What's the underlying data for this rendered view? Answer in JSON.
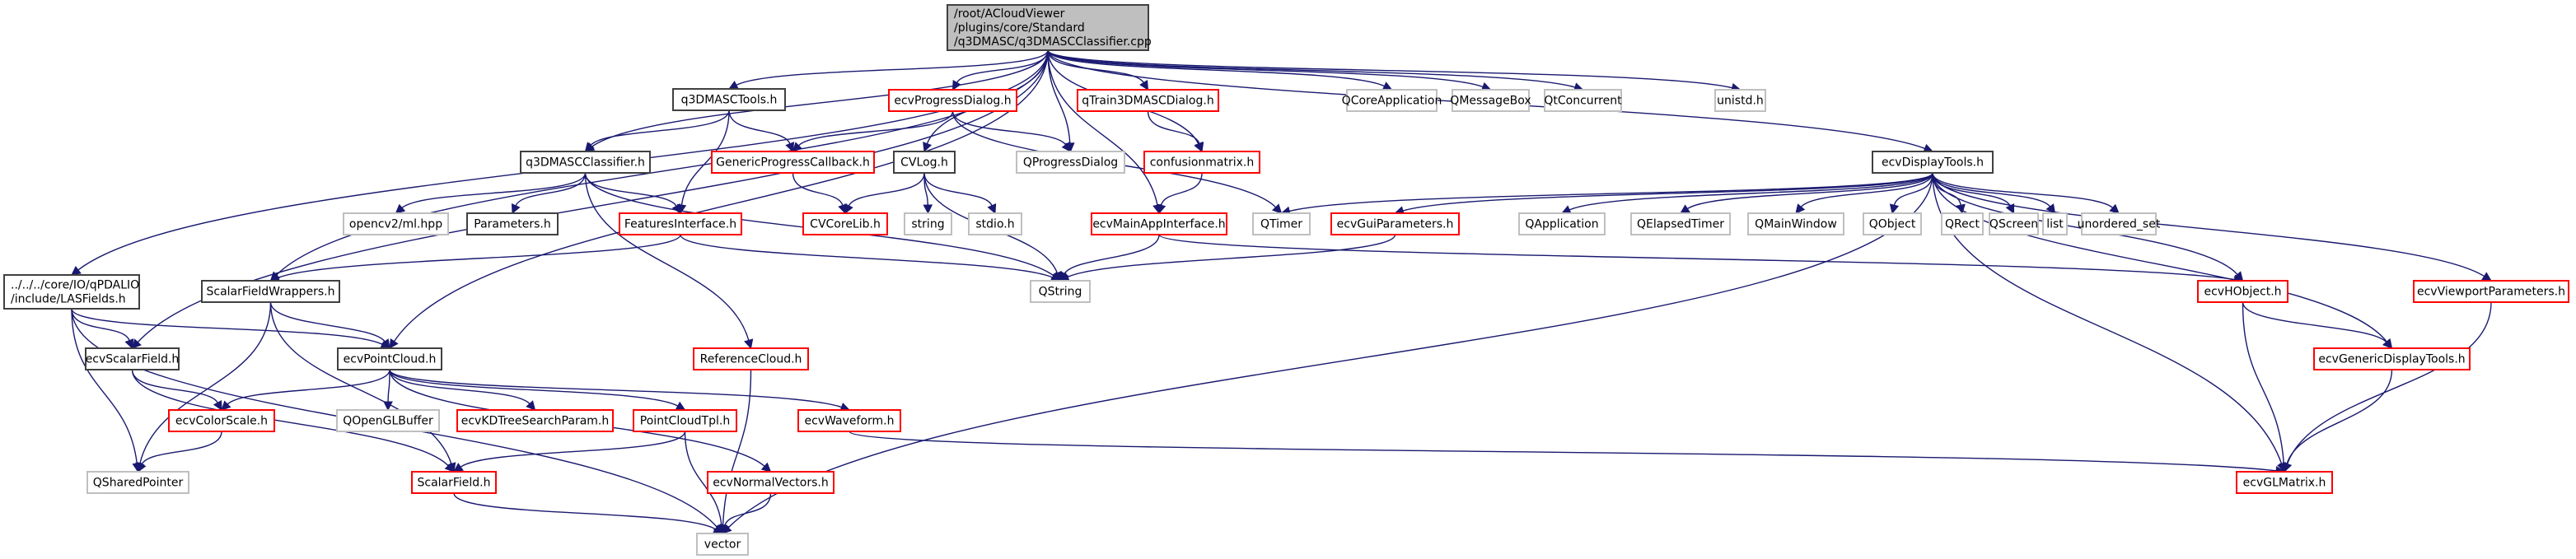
{
  "title": "Include dependency graph for q3DMASCClassifier.cpp",
  "colors": {
    "edge": "#191970",
    "root_fill": "#bfbfbf",
    "local_border": "#404040",
    "documented_missing_border": "#ff0000",
    "external_border": "#bfbfbf"
  },
  "nodes": [
    {
      "id": "root",
      "kind": "root",
      "lines": [
        "/root/ACloudViewer",
        "/plugins/core/Standard",
        "/q3DMASC/q3DMASCClassifier.cpp"
      ]
    },
    {
      "id": "q3DMASCTools",
      "kind": "local",
      "lines": [
        "q3DMASCTools.h"
      ]
    },
    {
      "id": "ecvProgressDialog",
      "kind": "red",
      "lines": [
        "ecvProgressDialog.h"
      ]
    },
    {
      "id": "qTrain3DMASCDialog",
      "kind": "red",
      "lines": [
        "qTrain3DMASCDialog.h"
      ]
    },
    {
      "id": "QCoreApplication",
      "kind": "ext",
      "lines": [
        "QCoreApplication"
      ]
    },
    {
      "id": "QMessageBox",
      "kind": "ext",
      "lines": [
        "QMessageBox"
      ]
    },
    {
      "id": "QtConcurrent",
      "kind": "ext",
      "lines": [
        "QtConcurrent"
      ]
    },
    {
      "id": "unistd",
      "kind": "ext",
      "lines": [
        "unistd.h"
      ]
    },
    {
      "id": "q3DMASCClassifier",
      "kind": "local",
      "lines": [
        "q3DMASCClassifier.h"
      ]
    },
    {
      "id": "GenericProgressCallback",
      "kind": "red",
      "lines": [
        "GenericProgressCallback.h"
      ]
    },
    {
      "id": "CVLog",
      "kind": "local",
      "lines": [
        "CVLog.h"
      ]
    },
    {
      "id": "QProgressDialog",
      "kind": "ext",
      "lines": [
        "QProgressDialog"
      ]
    },
    {
      "id": "confusionmatrix",
      "kind": "red",
      "lines": [
        "confusionmatrix.h"
      ]
    },
    {
      "id": "ecvDisplayTools",
      "kind": "local",
      "lines": [
        "ecvDisplayTools.h"
      ]
    },
    {
      "id": "opencv2ml",
      "kind": "ext",
      "lines": [
        "opencv2/ml.hpp"
      ]
    },
    {
      "id": "Parameters",
      "kind": "local",
      "lines": [
        "Parameters.h"
      ]
    },
    {
      "id": "FeaturesInterface",
      "kind": "red",
      "lines": [
        "FeaturesInterface.h"
      ]
    },
    {
      "id": "CVCoreLib",
      "kind": "red",
      "lines": [
        "CVCoreLib.h"
      ]
    },
    {
      "id": "string",
      "kind": "ext",
      "lines": [
        "string"
      ]
    },
    {
      "id": "stdio",
      "kind": "ext",
      "lines": [
        "stdio.h"
      ]
    },
    {
      "id": "ecvMainAppInterface",
      "kind": "red",
      "lines": [
        "ecvMainAppInterface.h"
      ]
    },
    {
      "id": "QTimer",
      "kind": "ext",
      "lines": [
        "QTimer"
      ]
    },
    {
      "id": "ecvGuiParameters",
      "kind": "red",
      "lines": [
        "ecvGuiParameters.h"
      ]
    },
    {
      "id": "QApplication",
      "kind": "ext",
      "lines": [
        "QApplication"
      ]
    },
    {
      "id": "QElapsedTimer",
      "kind": "ext",
      "lines": [
        "QElapsedTimer"
      ]
    },
    {
      "id": "QMainWindow",
      "kind": "ext",
      "lines": [
        "QMainWindow"
      ]
    },
    {
      "id": "QObject",
      "kind": "ext",
      "lines": [
        "QObject"
      ]
    },
    {
      "id": "QRect",
      "kind": "ext",
      "lines": [
        "QRect"
      ]
    },
    {
      "id": "QScreen",
      "kind": "ext",
      "lines": [
        "QScreen"
      ]
    },
    {
      "id": "list",
      "kind": "ext",
      "lines": [
        "list"
      ]
    },
    {
      "id": "unordered_set",
      "kind": "ext",
      "lines": [
        "unordered_set"
      ]
    },
    {
      "id": "LASFields",
      "kind": "local",
      "lines": [
        "../../../core/IO/qPDALIO",
        "/include/LASFields.h"
      ]
    },
    {
      "id": "ScalarFieldWrappers",
      "kind": "local",
      "lines": [
        "ScalarFieldWrappers.h"
      ]
    },
    {
      "id": "QString",
      "kind": "ext",
      "lines": [
        "QString"
      ]
    },
    {
      "id": "ecvHObject",
      "kind": "red",
      "lines": [
        "ecvHObject.h"
      ]
    },
    {
      "id": "ecvViewportParameters",
      "kind": "red",
      "lines": [
        "ecvViewportParameters.h"
      ]
    },
    {
      "id": "ecvScalarField",
      "kind": "local",
      "lines": [
        "ecvScalarField.h"
      ]
    },
    {
      "id": "ecvPointCloud",
      "kind": "local",
      "lines": [
        "ecvPointCloud.h"
      ]
    },
    {
      "id": "ReferenceCloud",
      "kind": "red",
      "lines": [
        "ReferenceCloud.h"
      ]
    },
    {
      "id": "ecvGenericDisplayTools",
      "kind": "red",
      "lines": [
        "ecvGenericDisplayTools.h"
      ]
    },
    {
      "id": "ecvColorScale",
      "kind": "red",
      "lines": [
        "ecvColorScale.h"
      ]
    },
    {
      "id": "QOpenGLBuffer",
      "kind": "ext",
      "lines": [
        "QOpenGLBuffer"
      ]
    },
    {
      "id": "ecvKDTreeSearchParam",
      "kind": "red",
      "lines": [
        "ecvKDTreeSearchParam.h"
      ]
    },
    {
      "id": "PointCloudTpl",
      "kind": "red",
      "lines": [
        "PointCloudTpl.h"
      ]
    },
    {
      "id": "ecvWaveform",
      "kind": "red",
      "lines": [
        "ecvWaveform.h"
      ]
    },
    {
      "id": "QSharedPointer",
      "kind": "ext",
      "lines": [
        "QSharedPointer"
      ]
    },
    {
      "id": "ScalarField",
      "kind": "red",
      "lines": [
        "ScalarField.h"
      ]
    },
    {
      "id": "ecvNormalVectors",
      "kind": "red",
      "lines": [
        "ecvNormalVectors.h"
      ]
    },
    {
      "id": "ecvGLMatrix",
      "kind": "red",
      "lines": [
        "ecvGLMatrix.h"
      ]
    },
    {
      "id": "vector",
      "kind": "ext",
      "lines": [
        "vector"
      ]
    }
  ],
  "edges": [
    [
      "root",
      "q3DMASCTools"
    ],
    [
      "root",
      "ecvProgressDialog"
    ],
    [
      "root",
      "qTrain3DMASCDialog"
    ],
    [
      "root",
      "QCoreApplication"
    ],
    [
      "root",
      "QMessageBox"
    ],
    [
      "root",
      "QtConcurrent"
    ],
    [
      "root",
      "unistd"
    ],
    [
      "root",
      "q3DMASCClassifier"
    ],
    [
      "root",
      "CVLog"
    ],
    [
      "root",
      "QProgressDialog"
    ],
    [
      "root",
      "confusionmatrix"
    ],
    [
      "root",
      "ecvDisplayTools"
    ],
    [
      "root",
      "ecvMainAppInterface"
    ],
    [
      "root",
      "LASFields"
    ],
    [
      "root",
      "ScalarFieldWrappers"
    ],
    [
      "root",
      "ecvScalarField"
    ],
    [
      "root",
      "ecvPointCloud"
    ],
    [
      "q3DMASCTools",
      "q3DMASCClassifier"
    ],
    [
      "q3DMASCTools",
      "GenericProgressCallback"
    ],
    [
      "q3DMASCTools",
      "FeaturesInterface"
    ],
    [
      "ecvProgressDialog",
      "GenericProgressCallback"
    ],
    [
      "ecvProgressDialog",
      "QProgressDialog"
    ],
    [
      "ecvProgressDialog",
      "QTimer"
    ],
    [
      "qTrain3DMASCDialog",
      "confusionmatrix"
    ],
    [
      "q3DMASCClassifier",
      "opencv2ml"
    ],
    [
      "q3DMASCClassifier",
      "Parameters"
    ],
    [
      "q3DMASCClassifier",
      "FeaturesInterface"
    ],
    [
      "q3DMASCClassifier",
      "QString"
    ],
    [
      "q3DMASCClassifier",
      "ReferenceCloud"
    ],
    [
      "GenericProgressCallback",
      "CVCoreLib"
    ],
    [
      "CVLog",
      "CVCoreLib"
    ],
    [
      "CVLog",
      "string"
    ],
    [
      "CVLog",
      "stdio"
    ],
    [
      "CVLog",
      "QString"
    ],
    [
      "confusionmatrix",
      "ecvMainAppInterface"
    ],
    [
      "FeaturesInterface",
      "ScalarFieldWrappers"
    ],
    [
      "FeaturesInterface",
      "QString"
    ],
    [
      "ecvMainAppInterface",
      "QString"
    ],
    [
      "ecvMainAppInterface",
      "ecvHObject"
    ],
    [
      "ecvGuiParameters",
      "QString"
    ],
    [
      "ecvDisplayTools",
      "QTimer"
    ],
    [
      "ecvDisplayTools",
      "ecvGuiParameters"
    ],
    [
      "ecvDisplayTools",
      "QApplication"
    ],
    [
      "ecvDisplayTools",
      "QElapsedTimer"
    ],
    [
      "ecvDisplayTools",
      "QMainWindow"
    ],
    [
      "ecvDisplayTools",
      "QObject"
    ],
    [
      "ecvDisplayTools",
      "QRect"
    ],
    [
      "ecvDisplayTools",
      "QScreen"
    ],
    [
      "ecvDisplayTools",
      "list"
    ],
    [
      "ecvDisplayTools",
      "unordered_set"
    ],
    [
      "ecvDisplayTools",
      "vector"
    ],
    [
      "ecvDisplayTools",
      "ecvHObject"
    ],
    [
      "ecvDisplayTools",
      "ecvGenericDisplayTools"
    ],
    [
      "ecvDisplayTools",
      "ecvGLMatrix"
    ],
    [
      "ecvDisplayTools",
      "ecvViewportParameters"
    ],
    [
      "LASFields",
      "ecvScalarField"
    ],
    [
      "LASFields",
      "ecvPointCloud"
    ],
    [
      "LASFields",
      "QSharedPointer"
    ],
    [
      "LASFields",
      "vector"
    ],
    [
      "ScalarFieldWrappers",
      "ecvPointCloud"
    ],
    [
      "ScalarFieldWrappers",
      "QSharedPointer"
    ],
    [
      "ScalarFieldWrappers",
      "ScalarField"
    ],
    [
      "ecvScalarField",
      "ecvColorScale"
    ],
    [
      "ecvScalarField",
      "ScalarField"
    ],
    [
      "ecvPointCloud",
      "ecvColorScale"
    ],
    [
      "ecvPointCloud",
      "QOpenGLBuffer"
    ],
    [
      "ecvPointCloud",
      "ecvKDTreeSearchParam"
    ],
    [
      "ecvPointCloud",
      "PointCloudTpl"
    ],
    [
      "ecvPointCloud",
      "ecvWaveform"
    ],
    [
      "ecvPointCloud",
      "ecvNormalVectors"
    ],
    [
      "ecvColorScale",
      "QSharedPointer"
    ],
    [
      "PointCloudTpl",
      "ScalarField"
    ],
    [
      "PointCloudTpl",
      "vector"
    ],
    [
      "ecvWaveform",
      "ecvGLMatrix"
    ],
    [
      "ScalarField",
      "vector"
    ],
    [
      "ecvNormalVectors",
      "vector"
    ],
    [
      "ReferenceCloud",
      "vector"
    ],
    [
      "ecvHObject",
      "ecvGenericDisplayTools"
    ],
    [
      "ecvHObject",
      "ecvGLMatrix"
    ],
    [
      "ecvGenericDisplayTools",
      "ecvGLMatrix"
    ],
    [
      "ecvViewportParameters",
      "ecvGLMatrix"
    ]
  ]
}
